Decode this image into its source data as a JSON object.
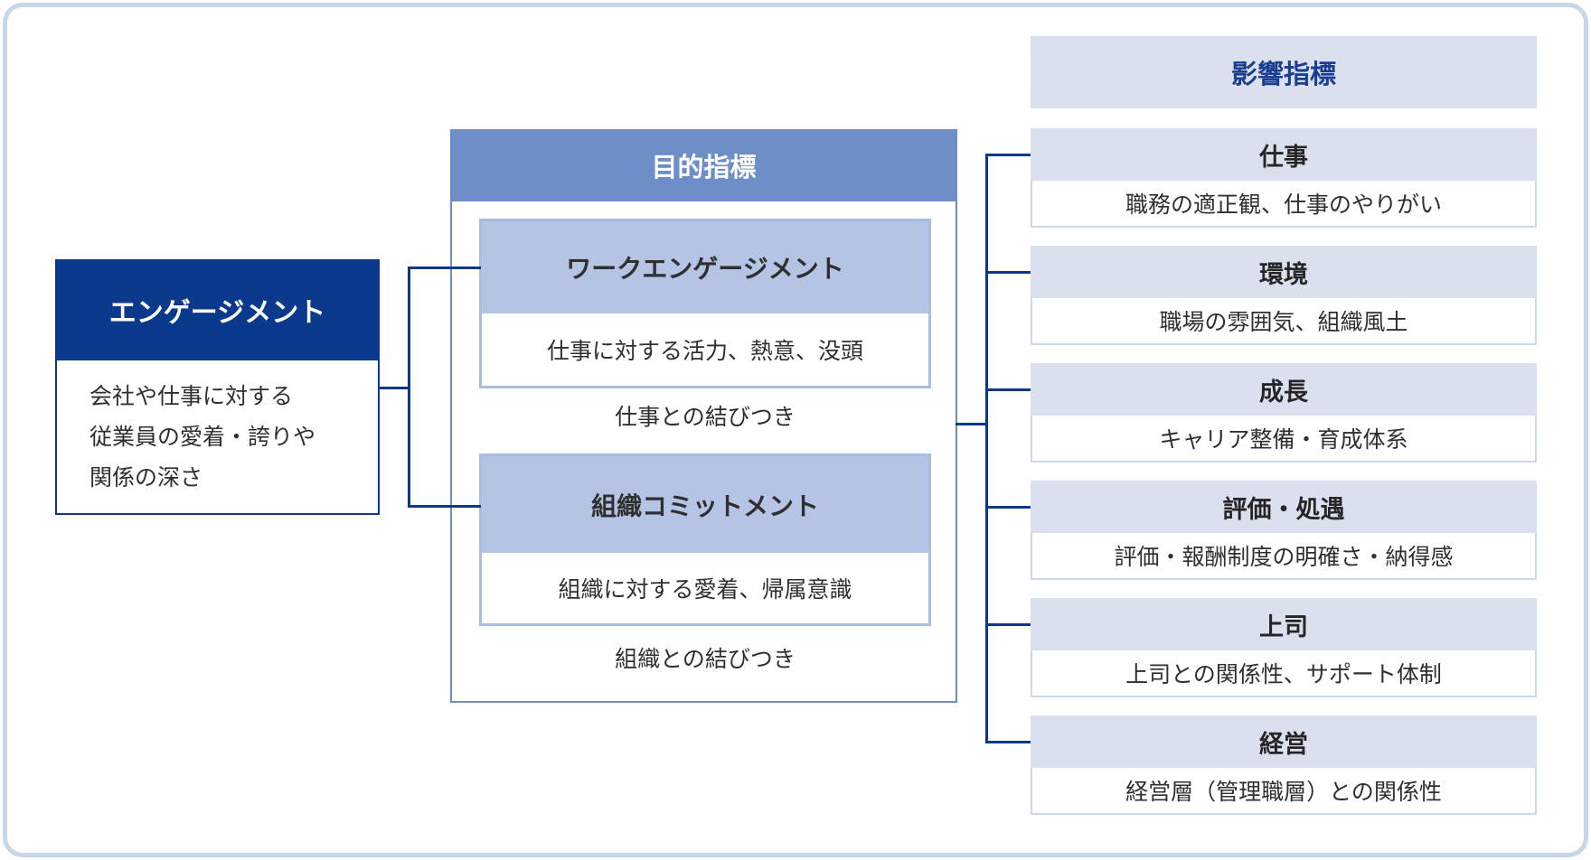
{
  "colors": {
    "navy": "#0b3a8d",
    "medium_blue": "#6d8ec7",
    "light_blue_fill": "#b5c4e4",
    "light_blue_border": "#a9bce2",
    "pale_header_fill": "#dae0ee",
    "pale_border": "#ccd9eb",
    "page_frame": "#c7d6ea",
    "impact_title_text": "#1a3e92"
  },
  "engagement_box": {
    "title": "エンゲージメント",
    "description": "会社や仕事に対する\n従業員の愛着・誇りや\n関係の深さ"
  },
  "purpose_section": {
    "title": "目的指標",
    "items": [
      {
        "title": "ワークエンゲージメント",
        "detail": "仕事に対する活力、熱意、没頭",
        "caption": "仕事との結びつき"
      },
      {
        "title": "組織コミットメント",
        "detail": "組織に対する愛着、帰属意識",
        "caption": "組織との結びつき"
      }
    ]
  },
  "impact_section": {
    "title": "影響指標",
    "items": [
      {
        "label": "仕事",
        "detail": "職務の適正観、仕事のやりがい"
      },
      {
        "label": "環境",
        "detail": "職場の雰囲気、組織風土"
      },
      {
        "label": "成長",
        "detail": "キャリア整備・育成体系"
      },
      {
        "label": "評価・処遇",
        "detail": "評価・報酬制度の明確さ・納得感"
      },
      {
        "label": "上司",
        "detail": "上司との関係性、サポート体制"
      },
      {
        "label": "経営",
        "detail": "経営層（管理職層）との関係性"
      }
    ]
  }
}
